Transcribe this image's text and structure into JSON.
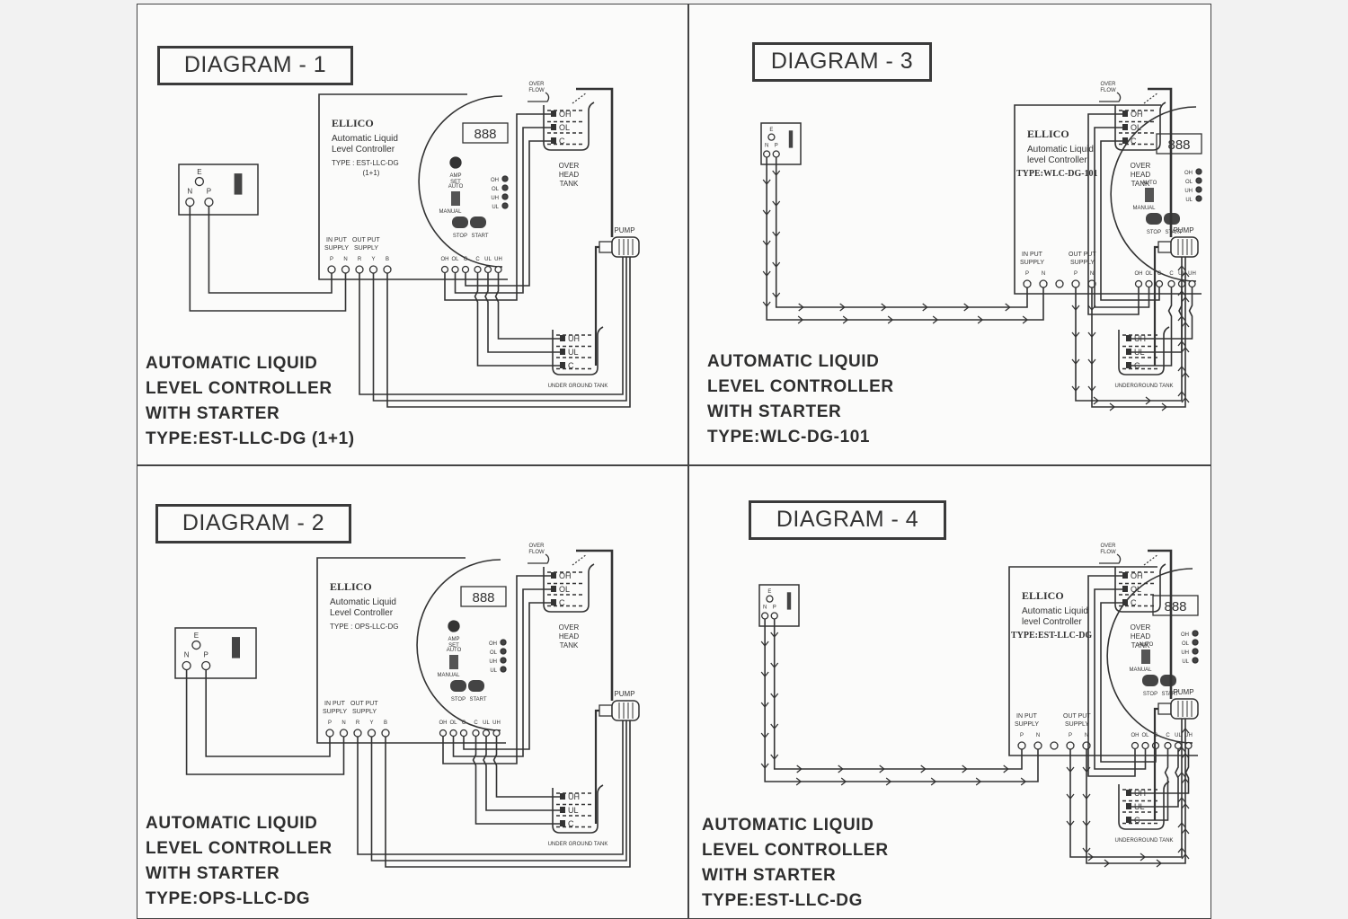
{
  "document": {
    "background_color": "#f2f2f2",
    "paper_color": "#fbfbfa",
    "ink_color": "#333333"
  },
  "diagrams": [
    {
      "id": "diagram-1",
      "title": "DIAGRAM - 1",
      "controller": {
        "brand": "ELLICO",
        "line1": "Automatic Liquid",
        "line2": "Level Controller",
        "type_label": "TYPE : EST-LLC-DG",
        "type_suffix": "(1+1)",
        "display": "888",
        "amp_set": [
          "AMP",
          "SET"
        ],
        "auto_label": "AUTO",
        "manual_label": "MANUAL",
        "stop_label": "STOP",
        "start_label": "START",
        "indicators": [
          "OH",
          "OL",
          "UH",
          "UL"
        ],
        "input_supply": [
          "IN PUT",
          "SUPPLY"
        ],
        "output_supply": [
          "OUT PUT",
          "SUPPLY"
        ],
        "power_terminals": [
          "P",
          "N",
          "R",
          "Y",
          "B"
        ],
        "sensor_terminals": [
          "OH",
          "OL",
          "C",
          "C",
          "UL",
          "UH"
        ]
      },
      "socket": {
        "earth": "E",
        "neutral": "N",
        "phase": "P"
      },
      "overhead_tank": {
        "overflow": [
          "OVER",
          "FLOW"
        ],
        "probes": [
          "OH",
          "OL",
          "C"
        ],
        "label": [
          "OVER",
          "HEAD",
          "TANK"
        ]
      },
      "pump_label": "PUMP",
      "underground_tank": {
        "probes": [
          "UH",
          "UL",
          "C"
        ],
        "label": "UNDER GROUND TANK"
      },
      "caption": [
        "AUTOMATIC LIQUID",
        "LEVEL CONTROLLER",
        "WITH STARTER",
        "TYPE:EST-LLC-DG (1+1)"
      ]
    },
    {
      "id": "diagram-2",
      "title": "DIAGRAM - 2",
      "controller": {
        "brand": "ELLICO",
        "line1": "Automatic Liquid",
        "line2": "Level Controller",
        "type_label": "TYPE : OPS-LLC-DG",
        "type_suffix": "",
        "display": "888",
        "amp_set": [
          "AMP",
          "SET"
        ],
        "auto_label": "AUTO",
        "manual_label": "MANUAL",
        "stop_label": "STOP",
        "start_label": "START",
        "indicators": [
          "OH",
          "OL",
          "UH",
          "UL"
        ],
        "input_supply": [
          "IN PUT",
          "SUPPLY"
        ],
        "output_supply": [
          "OUT PUT",
          "SUPPLY"
        ],
        "power_terminals": [
          "P",
          "N",
          "R",
          "Y",
          "B"
        ],
        "sensor_terminals": [
          "OH",
          "OL",
          "C",
          "C",
          "UL",
          "UH"
        ]
      },
      "socket": {
        "earth": "E",
        "neutral": "N",
        "phase": "P"
      },
      "overhead_tank": {
        "overflow": [
          "OVER",
          "FLOW"
        ],
        "probes": [
          "OH",
          "OL",
          "C"
        ],
        "label": [
          "OVER",
          "HEAD",
          "TANK"
        ]
      },
      "pump_label": "PUMP",
      "underground_tank": {
        "probes": [
          "UH",
          "UL",
          "C"
        ],
        "label": "UNDER GROUND TANK"
      },
      "caption": [
        "AUTOMATIC LIQUID",
        "LEVEL CONTROLLER",
        "WITH STARTER",
        "TYPE:OPS-LLC-DG"
      ]
    },
    {
      "id": "diagram-3",
      "title": "DIAGRAM - 3",
      "controller": {
        "brand": "ELLICO",
        "line1": "Automatic Liquid",
        "line2": "level Controller",
        "type_label": "TYPE:WLC-DG-101",
        "type_suffix": "",
        "display": "888",
        "amp_set": [],
        "auto_label": "AUTO",
        "manual_label": "MANUAL",
        "stop_label": "STOP",
        "start_label": "START",
        "indicators": [
          "OH",
          "OL",
          "UH",
          "UL"
        ],
        "input_supply": [
          "IN PUT",
          "SUPPLY"
        ],
        "output_supply": [
          "OUT PUT",
          "SUPPLY"
        ],
        "power_terminals": [
          "P",
          "N",
          "",
          "P",
          "N"
        ],
        "sensor_terminals": [
          "OH",
          "OL",
          "C",
          "C",
          "UL",
          "UH"
        ]
      },
      "socket": {
        "earth": "E",
        "neutral": "N",
        "phase": "P"
      },
      "overhead_tank": {
        "overflow": [
          "OVER",
          "FLOW"
        ],
        "probes": [
          "OH",
          "OL",
          "C"
        ],
        "label": [
          "OVER",
          "HEAD",
          "TANK"
        ]
      },
      "pump_label": "PUMP",
      "underground_tank": {
        "probes": [
          "UH",
          "UL",
          "C"
        ],
        "label": "UNDERGROUND TANK"
      },
      "caption": [
        "AUTOMATIC LIQUID",
        "LEVEL CONTROLLER",
        "WITH STARTER",
        "TYPE:WLC-DG-101"
      ]
    },
    {
      "id": "diagram-4",
      "title": "DIAGRAM - 4",
      "controller": {
        "brand": "ELLICO",
        "line1": "Automatic Liquid",
        "line2": "level Controller",
        "type_label": "TYPE:EST-LLC-DG",
        "type_suffix": "",
        "display": "888",
        "amp_set": [],
        "auto_label": "AUTO",
        "manual_label": "MANUAL",
        "stop_label": "STOP",
        "start_label": "START",
        "indicators": [
          "OH",
          "OL",
          "UH",
          "UL"
        ],
        "input_supply": [
          "IN PUT",
          "SUPPLY"
        ],
        "output_supply": [
          "OUT PUT",
          "SUPPLY"
        ],
        "power_terminals": [
          "P",
          "N",
          "",
          "P",
          "N"
        ],
        "sensor_terminals": [
          "OH",
          "OL",
          "C",
          "C",
          "UL",
          "UH"
        ]
      },
      "socket": {
        "earth": "E",
        "neutral": "N",
        "phase": "P"
      },
      "overhead_tank": {
        "overflow": [
          "OVER",
          "FLOW"
        ],
        "probes": [
          "OH",
          "OL",
          "C"
        ],
        "label": [
          "OVER",
          "HEAD",
          "TANK"
        ]
      },
      "pump_label": "PUMP",
      "underground_tank": {
        "probes": [
          "UH",
          "UL",
          "C"
        ],
        "label": "UNDERGROUND TANK"
      },
      "caption": [
        "AUTOMATIC LIQUID",
        "LEVEL CONTROLLER",
        "WITH STARTER",
        "TYPE:EST-LLC-DG"
      ]
    }
  ]
}
